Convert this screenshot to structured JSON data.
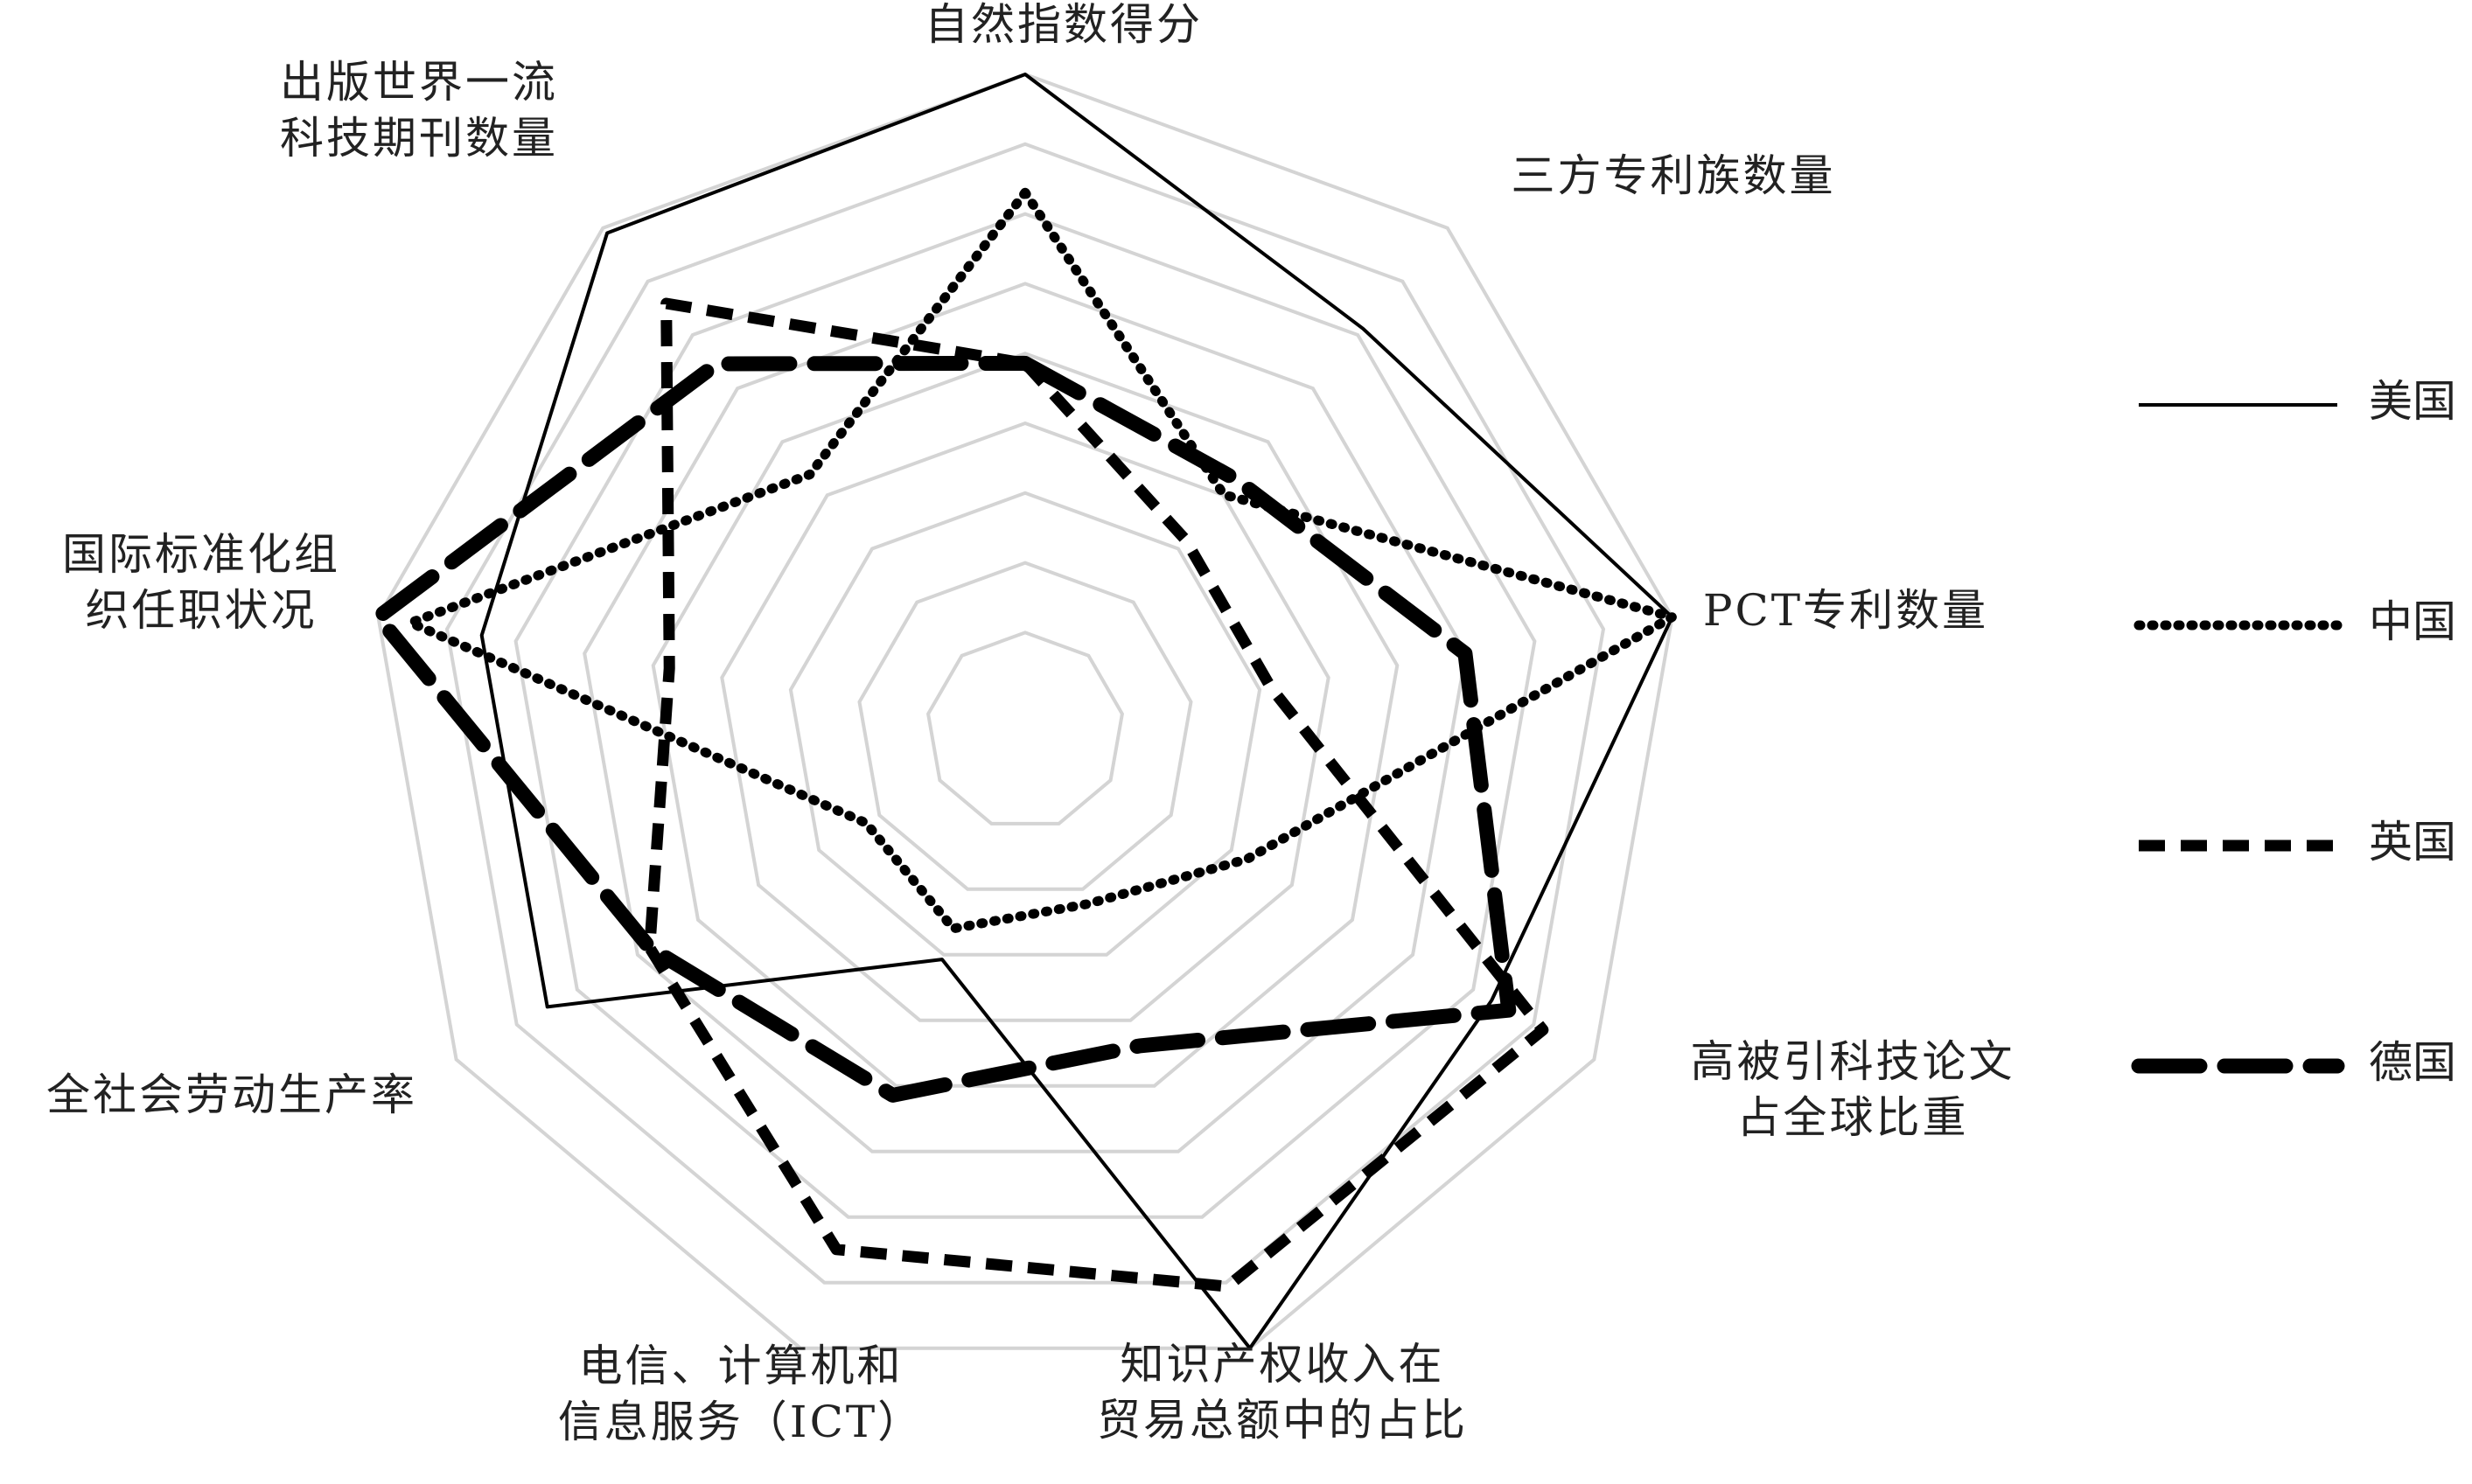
{
  "chart_data": {
    "type": "radar",
    "title": "",
    "axes": [
      {
        "lines": [
          "自然指数得分"
        ]
      },
      {
        "lines": [
          "三方专利族数量"
        ]
      },
      {
        "lines": [
          "PCT专利数量"
        ]
      },
      {
        "lines": [
          "高被引科技论文",
          "占全球比重"
        ]
      },
      {
        "lines": [
          "知识产权收入在",
          "贸易总额中的占比"
        ]
      },
      {
        "lines": [
          "电信、计算机和",
          "信息服务（ICT）"
        ]
      },
      {
        "lines": [
          "全社会劳动生产率"
        ]
      },
      {
        "lines": [
          "国际标准化组",
          "织任职状况"
        ]
      },
      {
        "lines": [
          "出版世界一流",
          "科技期刊数量"
        ]
      }
    ],
    "range": [
      0,
      10
    ],
    "rings": 9,
    "grid": true,
    "legend_position": "right",
    "series": [
      {
        "name": "美国",
        "style": "solid",
        "values": [
          10.0,
          8.0,
          10.0,
          8.2,
          10.0,
          3.7,
          8.4,
          8.4,
          9.9
        ]
      },
      {
        "name": "中国",
        "style": "dotted",
        "values": [
          8.2,
          4.7,
          10.0,
          3.9,
          2.8,
          3.2,
          2.8,
          9.5,
          5.1
        ]
      },
      {
        "name": "英国",
        "style": "dashed",
        "values": [
          5.6,
          3.8,
          3.8,
          9.1,
          9.0,
          8.4,
          6.6,
          5.5,
          8.5
        ]
      },
      {
        "name": "德国",
        "style": "longdash",
        "values": [
          5.6,
          5.0,
          6.8,
          8.5,
          5.1,
          5.9,
          6.6,
          10.0,
          7.3
        ]
      }
    ]
  },
  "colors": {
    "line": "#000000",
    "grid": "#d4d4d4",
    "text": "#222222"
  }
}
